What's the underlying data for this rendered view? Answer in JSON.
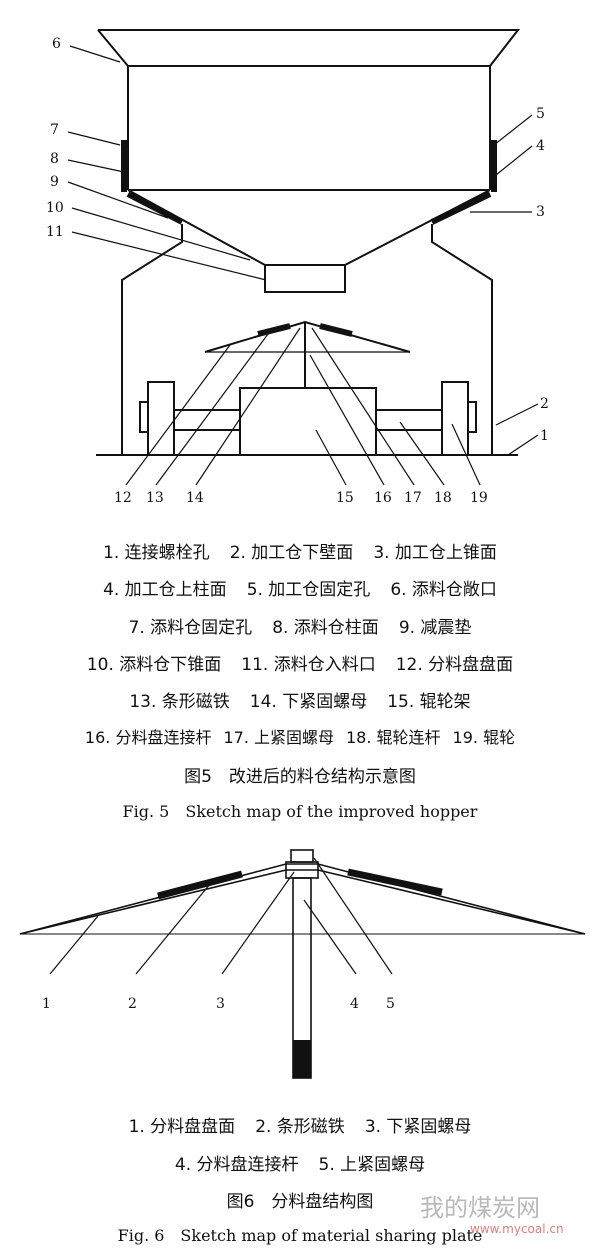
{
  "figure5": {
    "callouts": [
      "1",
      "2",
      "3",
      "4",
      "5",
      "6",
      "7",
      "8",
      "9",
      "10",
      "11",
      "12",
      "13",
      "14",
      "15",
      "16",
      "17",
      "18",
      "19"
    ],
    "legend_lines": [
      [
        "1. 连接螺栓孔",
        "2. 加工仓下壁面",
        "3. 加工仓上锥面"
      ],
      [
        "4. 加工仓上柱面",
        "5. 加工仓固定孔",
        "6. 添料仓敞口"
      ],
      [
        "7. 添料仓固定孔",
        "8. 添料仓柱面",
        "9. 减震垫"
      ],
      [
        "10. 添料仓下锥面",
        "11. 添料仓入料口",
        "12. 分料盘盘面"
      ],
      [
        "13. 条形磁铁",
        "14. 下紧固螺母",
        "15. 辊轮架"
      ],
      [
        "16. 分料盘连接杆",
        "17. 上紧固螺母",
        "18. 辊轮连杆",
        "19. 辊轮"
      ]
    ],
    "caption_cn": "图5　改进后的料仓结构示意图",
    "caption_en": "Fig. 5　Sketch map of the improved hopper"
  },
  "figure6": {
    "callouts": [
      "1",
      "2",
      "3",
      "4",
      "5"
    ],
    "legend_lines": [
      [
        "1. 分料盘盘面",
        "2. 条形磁铁",
        "3. 下紧固螺母"
      ],
      [
        "4. 分料盘连接杆",
        "5. 上紧固螺母"
      ]
    ],
    "caption_cn": "图6　分料盘结构图",
    "caption_en": "Fig. 6　Sketch map of material sharing plate"
  },
  "watermark": {
    "text_cn": "我的煤炭网",
    "url": "www.mycoal.cn"
  }
}
